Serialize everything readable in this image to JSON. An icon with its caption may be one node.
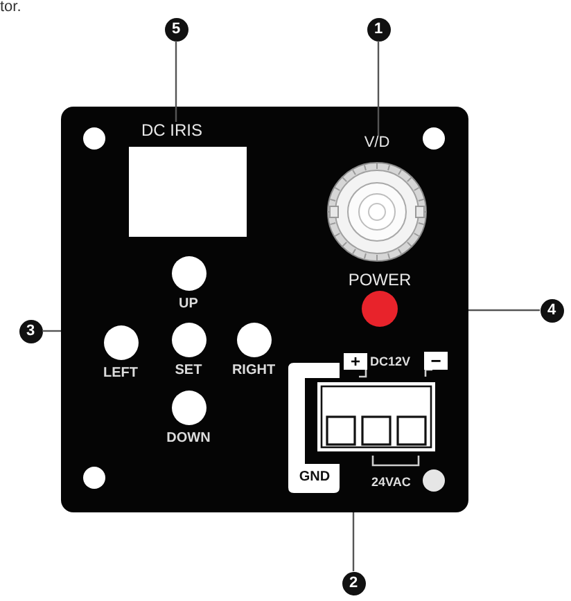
{
  "diagram": {
    "nodes": [
      {
        "text": [
          "5"
        ]
      },
      {
        "text": [
          "1"
        ]
      },
      {
        "text": [],
        "shape": "box"
      },
      {
        "text": [
          "DC IRIS"
        ],
        "in": 2
      },
      {
        "text": [
          "V/D"
        ],
        "in": 2
      },
      {
        "text": [
          "POWER"
        ],
        "in": 2
      },
      {
        "text": [
          "UP"
        ],
        "in": 2
      },
      {
        "text": [
          "LEFT"
        ],
        "in": 2
      },
      {
        "text": [
          "SET"
        ],
        "in": 2
      },
      {
        "text": [
          "RIGHT"
        ],
        "in": 2
      },
      {
        "text": [
          "DOWN"
        ],
        "in": 2
      },
      {
        "text": [
          "3"
        ]
      },
      {
        "text": [
          "4"
        ]
      },
      {
        "text": [
          "2"
        ]
      }
    ],
    "edges": [
      {
        "from": 0,
        "to": 3,
        "arrow": "none"
      },
      {
        "from": 1,
        "to": 4,
        "arrow": "none"
      },
      {
        "from": 11,
        "to": 2,
        "arrow": "none"
      },
      {
        "from": 12,
        "to": 2,
        "arrow": "none"
      },
      {
        "from": 13,
        "to": 2,
        "arrow": "none"
      }
    ],
    "labels": [
      "tor.",
      "+",
      "DC12V",
      "−",
      "GND",
      "24VAC"
    ]
  }
}
